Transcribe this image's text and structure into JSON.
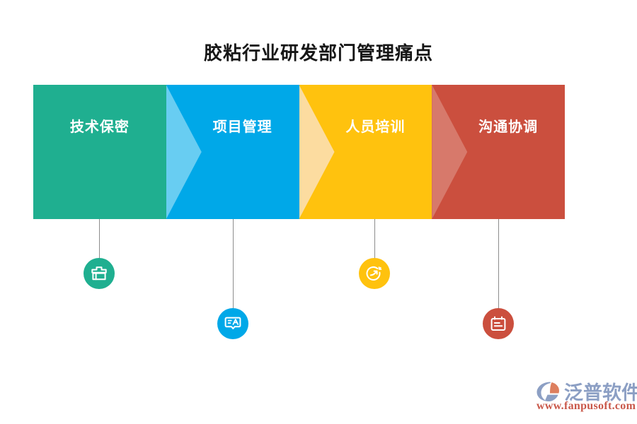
{
  "page": {
    "title": "胶粘行业研发部门管理痛点",
    "background": "#ffffff"
  },
  "chart_data": {
    "type": "process-chevron",
    "title": "胶粘行业研发部门管理痛点",
    "steps": [
      {
        "label": "技术保密",
        "color": "#1FAF90",
        "accent": "#5FD0BC",
        "icon": "toolbox-icon",
        "icon_side": "top"
      },
      {
        "label": "项目管理",
        "color": "#00A8E8",
        "accent": "#68CDF2",
        "icon": "translate-bubble-icon",
        "icon_side": "bottom"
      },
      {
        "label": "人员培训",
        "color": "#FFC20E",
        "accent": "#FCDCA0",
        "icon": "growth-arrow-icon",
        "icon_side": "top"
      },
      {
        "label": "沟通协调",
        "color": "#CB4F3E",
        "accent": "#D7796B",
        "icon": "notepad-icon",
        "icon_side": "bottom"
      }
    ],
    "connector_color": "#8d8d8d",
    "label_color": "#ffffff"
  },
  "steps": [
    {
      "label": "技术保密"
    },
    {
      "label": "项目管理"
    },
    {
      "label": "人员培训"
    },
    {
      "label": "沟通协调"
    }
  ],
  "logo": {
    "name": "泛普软件",
    "url": "www.fanpusoft.com",
    "mark_color": "#8c9fc4",
    "mark_accent": "#e0795a",
    "text_color": "#8c9fc4",
    "url_color": "#c9584a"
  }
}
